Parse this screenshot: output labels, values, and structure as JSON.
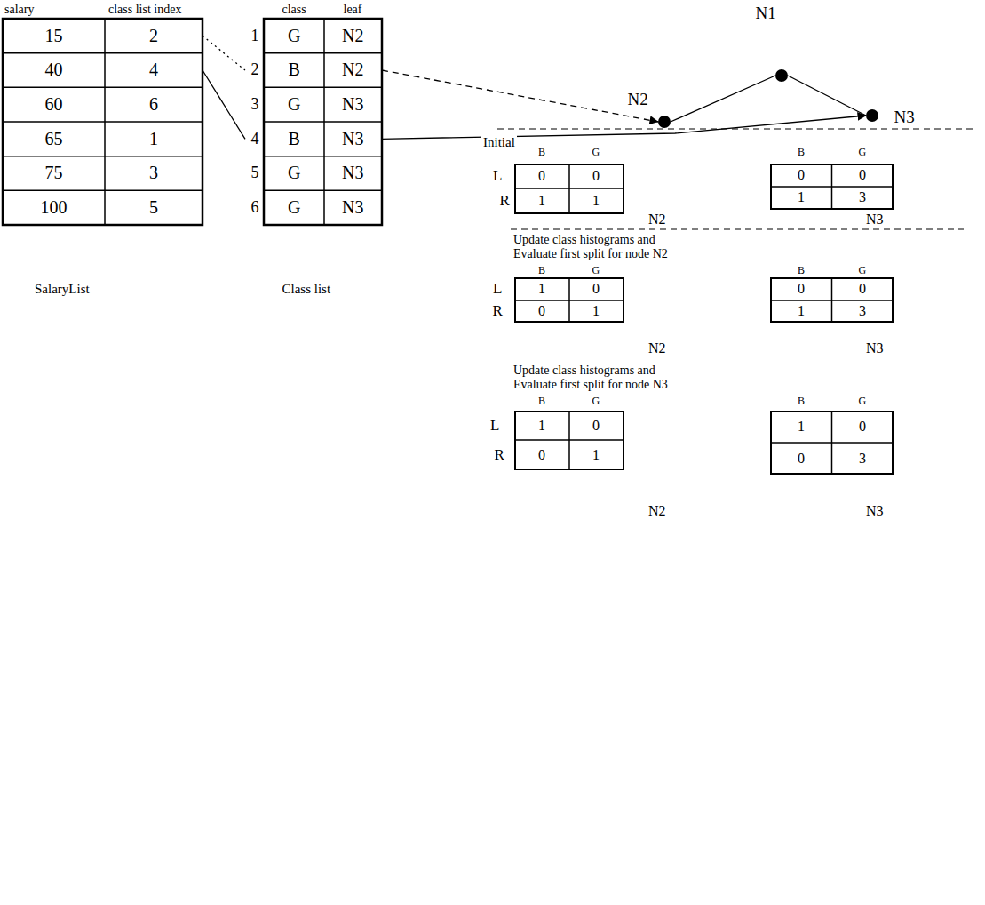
{
  "diagram": {
    "nodes": [
      {
        "text": [
          "15",
          "2"
        ]
      },
      {
        "text": [
          "40",
          "4"
        ]
      },
      {
        "text": [
          "60",
          "6"
        ]
      },
      {
        "text": [
          "65",
          "1"
        ]
      },
      {
        "text": [
          "75",
          "3"
        ]
      },
      {
        "text": [
          "100",
          "5"
        ]
      },
      {
        "text": [
          "1",
          "G",
          "N2"
        ]
      },
      {
        "text": [
          "2",
          "B",
          "N2"
        ]
      },
      {
        "text": [
          "3",
          "G",
          "N3"
        ]
      },
      {
        "text": [
          "4",
          "B",
          "N3"
        ]
      },
      {
        "text": [
          "5",
          "G",
          "N3"
        ]
      },
      {
        "text": [
          "6",
          "G",
          "N3"
        ]
      },
      {
        "text": [
          "N1"
        ]
      },
      {
        "text": [
          "N2"
        ]
      },
      {
        "text": [
          "N3"
        ]
      }
    ],
    "edges": [
      {
        "from": 0,
        "to": 7,
        "arrow": "none"
      },
      {
        "from": 1,
        "to": 9,
        "arrow": "none"
      },
      {
        "from": 7,
        "to": 13,
        "arrow": "to"
      },
      {
        "from": 9,
        "to": 14,
        "arrow": "to"
      },
      {
        "from": 12,
        "to": 13,
        "arrow": "none"
      },
      {
        "from": 12,
        "to": 14,
        "arrow": "none"
      }
    ],
    "labels": [
      "salary",
      "class list index",
      "class",
      "leaf",
      "SalaryList",
      "Class list",
      "Initial",
      "B",
      "G",
      "L",
      "R",
      "0",
      "0",
      "1",
      "1",
      "B",
      "G",
      "0",
      "0",
      "1",
      "3",
      "N2",
      "N3",
      "Update class histograms and Evaluate first split for node N2",
      "B",
      "G",
      "L",
      "R",
      "1",
      "0",
      "0",
      "1",
      "B",
      "G",
      "0",
      "0",
      "1",
      "3",
      "N2",
      "N3",
      "Update class histograms and Evaluate first split for node N3",
      "B",
      "G",
      "L",
      "R",
      "1",
      "0",
      "0",
      "1",
      "B",
      "G",
      "1",
      "0",
      "0",
      "3",
      "N2",
      "N3"
    ]
  }
}
